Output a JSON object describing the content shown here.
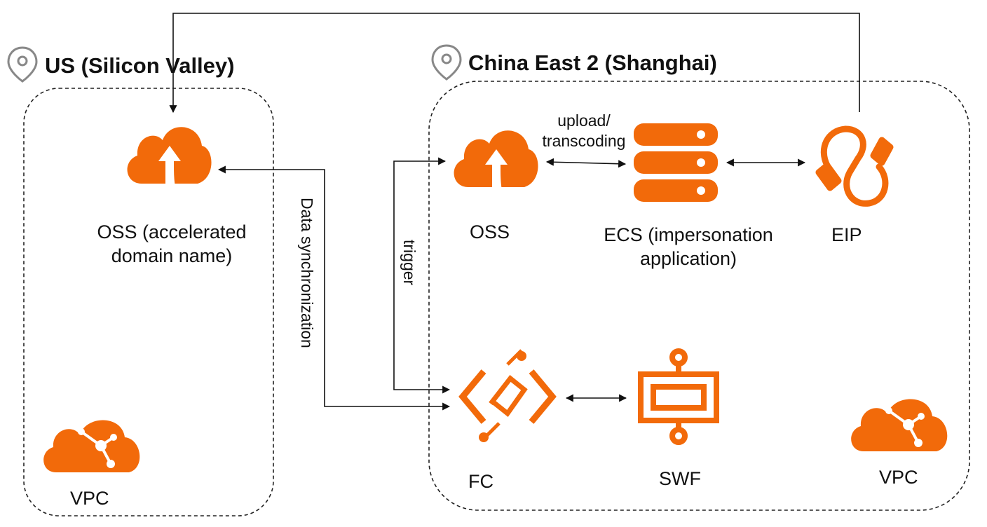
{
  "regions": {
    "us": {
      "title": "US (Silicon Valley)"
    },
    "china": {
      "title": "China East 2 (Shanghai)"
    }
  },
  "nodes": {
    "oss_us": {
      "label_line1": "OSS (accelerated",
      "label_line2": "domain name)",
      "icon": "oss-cloud-icon"
    },
    "vpc_us": {
      "label": "VPC",
      "icon": "vpc-cloud-icon"
    },
    "oss_cn": {
      "label": "OSS",
      "icon": "oss-cloud-icon"
    },
    "ecs": {
      "label_line1": "ECS (impersonation",
      "label_line2": "application)",
      "icon": "server-icon"
    },
    "eip": {
      "label": "EIP",
      "icon": "eip-icon"
    },
    "fc": {
      "label": "FC",
      "icon": "function-compute-icon"
    },
    "swf": {
      "label": "SWF",
      "icon": "workflow-icon"
    },
    "vpc_cn": {
      "label": "VPC",
      "icon": "vpc-cloud-icon"
    }
  },
  "edges": {
    "upload": {
      "line1": "upload/",
      "line2": "transcoding"
    },
    "sync": {
      "label": "Data synchronization"
    },
    "trigger": {
      "label": "trigger"
    }
  },
  "colors": {
    "accent": "#F26A0A",
    "line": "#111111"
  }
}
